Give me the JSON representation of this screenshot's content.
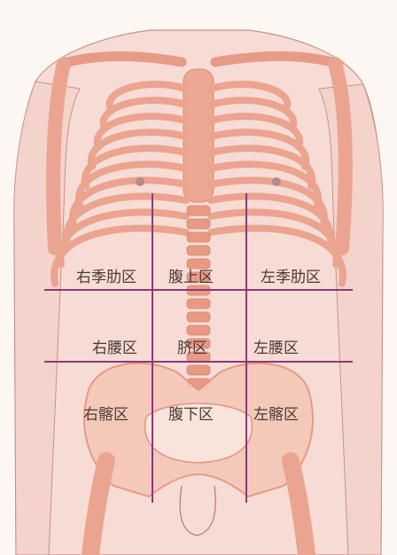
{
  "title": "",
  "regions": {
    "right_hypochondriac": "右季肋区",
    "epigastric": "腹上区",
    "left_hypochondriac": "左季肋区",
    "right_lumbar": "右腰区",
    "umbilical": "脐区",
    "left_lumbar": "左腰区",
    "right_iliac": "右髂区",
    "hypogastric": "腹下区",
    "left_iliac": "左髂区"
  },
  "colors": {
    "skin": "#f3d6cf",
    "bone": "#eaa48f",
    "bone_light": "#f6d2c4",
    "divider_line": "#8a3a7a",
    "label_text": "#4a3a36"
  }
}
